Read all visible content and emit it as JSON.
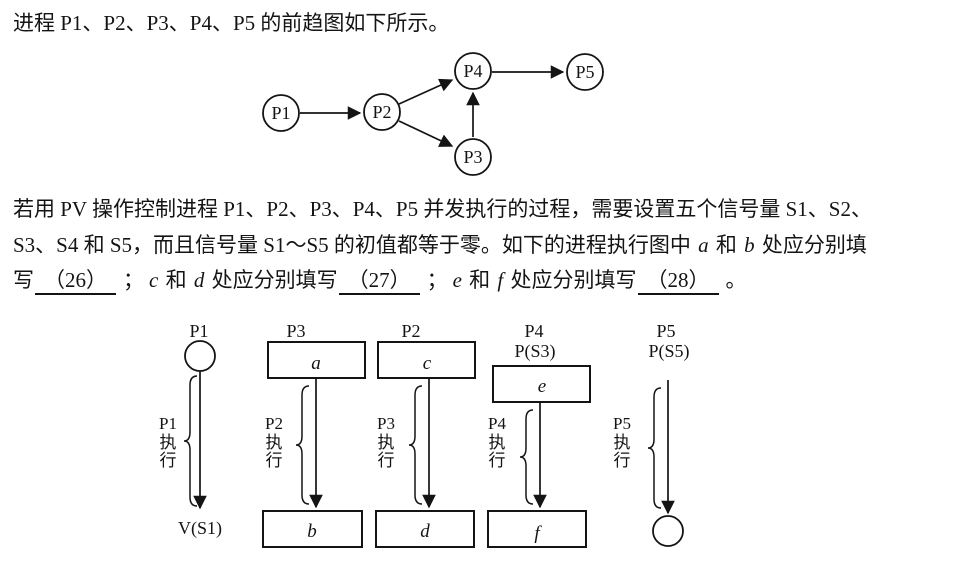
{
  "intro_line": "进程 P1、P2、P3、P4、P5 的前趋图如下所示。",
  "precedence_graph": {
    "nodes": [
      {
        "label": "P1"
      },
      {
        "label": "P2"
      },
      {
        "label": "P3"
      },
      {
        "label": "P4"
      },
      {
        "label": "P5"
      }
    ],
    "edges": [
      {
        "from": "P1",
        "to": "P2"
      },
      {
        "from": "P2",
        "to": "P4"
      },
      {
        "from": "P2",
        "to": "P3"
      },
      {
        "from": "P3",
        "to": "P4"
      },
      {
        "from": "P4",
        "to": "P5"
      }
    ]
  },
  "question": {
    "line1": "若用 PV 操作控制进程 P1、P2、P3、P4、P5 并发执行的过程，需要设置五个信号量 S1、S2、",
    "line2": [
      "S3、S4 和 S5，而且信号量 S1～S5 的初值都等于零。如下的进程执行图中 ",
      "a",
      " 和 ",
      "b",
      " 处应分别填"
    ],
    "line3": [
      "写",
      "（26）",
      "；",
      "c",
      " 和 ",
      "d",
      " 处应分别填写",
      "（27）",
      "；",
      "e",
      " 和 ",
      "f",
      " 处应分别填写",
      "（28）",
      "。"
    ]
  },
  "exec_diagram": {
    "lanes": [
      {
        "header": "P1",
        "start": "circle",
        "exec": [
          "P1",
          "执",
          "行"
        ],
        "end_label": "V(S1)"
      },
      {
        "header": "P3",
        "top_box": "a",
        "exec": [
          "P2",
          "执",
          "行"
        ],
        "bottom_box": "b"
      },
      {
        "header": "P2",
        "top_box": "c",
        "exec": [
          "P3",
          "执",
          "行"
        ],
        "bottom_box": "d"
      },
      {
        "header": "P4",
        "header_sub": "P(S3)",
        "top_box": "e",
        "exec": [
          "P4",
          "执",
          "行"
        ],
        "bottom_box": "f"
      },
      {
        "header": "P5",
        "header_sub": "P(S5)",
        "exec": [
          "P5",
          "执",
          "行"
        ],
        "end": "circle"
      }
    ]
  },
  "colors": {
    "ink": "#141414",
    "paper": "#ffffff"
  }
}
